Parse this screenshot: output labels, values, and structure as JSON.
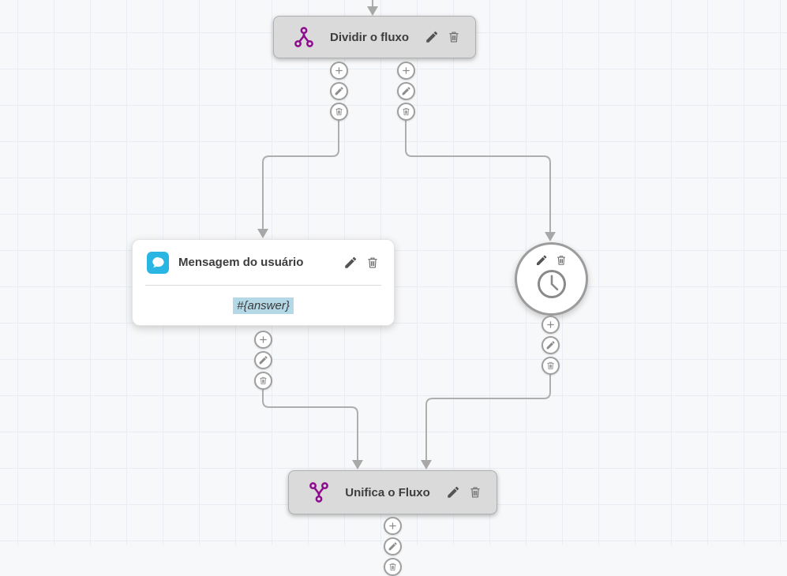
{
  "canvas": {
    "background_color": "#f7f8f9",
    "grid_line_color": "#e9ecf3",
    "connector_color": "#aeaeae"
  },
  "nodes": {
    "divide_flow": {
      "title": "Dividir o fluxo",
      "icon": "split-flow-icon",
      "accent_color": "#8e0d8e"
    },
    "user_message": {
      "title": "Mensagem do usuário",
      "value": "#{answer}",
      "icon": "chat-bubble-icon",
      "icon_bg_color": "#2ab5e3",
      "value_highlight_color": "#b4d8e6"
    },
    "schedule": {
      "icon": "clock-icon"
    },
    "merge_flow": {
      "title": "Unifica o Fluxo",
      "icon": "merge-flow-icon",
      "accent_color": "#8e0d8e"
    }
  },
  "actions": {
    "edit_icon": "pencil-icon",
    "delete_icon": "trash-icon",
    "add_icon": "plus-icon"
  }
}
